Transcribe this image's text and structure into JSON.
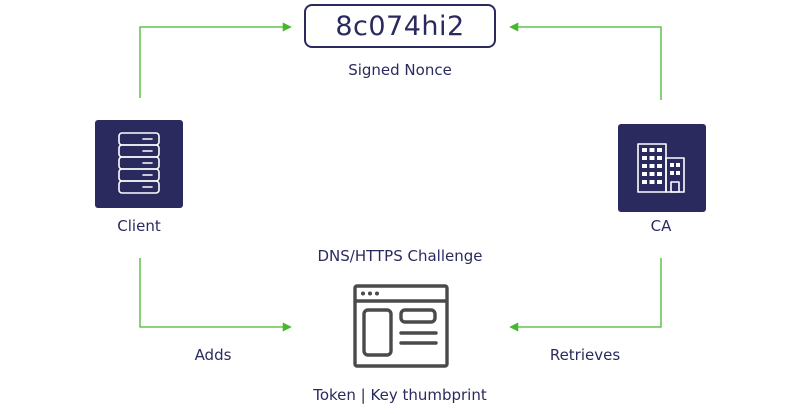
{
  "nonce": {
    "value": "8c074hi2",
    "caption": "Signed Nonce"
  },
  "client": {
    "label": "Client",
    "icon": "server-icon"
  },
  "ca": {
    "label": "CA",
    "icon": "building-icon"
  },
  "challenge": {
    "title": "DNS/HTTPS Challenge",
    "caption": "Token | Key thumbprint",
    "icon": "browser-window-icon"
  },
  "edges": {
    "adds": "Adds",
    "retrieves": "Retrieves"
  },
  "colors": {
    "navy": "#2b2a5e",
    "arrow": "#46b82f"
  }
}
